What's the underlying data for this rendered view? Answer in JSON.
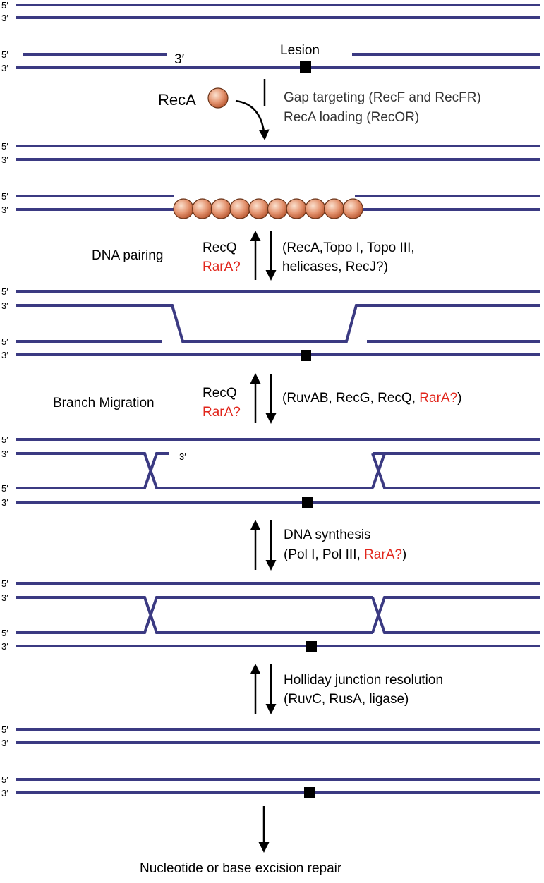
{
  "colors": {
    "strand": "#3b3a82",
    "text": "#000000",
    "red": "#e1261c",
    "bead": "#d4714a"
  },
  "ends": {
    "five": "5′",
    "three": "3′"
  },
  "top": {
    "lesion": "Lesion",
    "gap_end": "3′"
  },
  "step1": {
    "protein": "RecA",
    "line1": "Gap targeting (RecF and RecFR)",
    "line2": "RecA loading (RecOR)"
  },
  "step2": {
    "name": "DNA pairing",
    "rev1": "RecQ",
    "rev2": "RarA?",
    "fwd1": "(RecA,Topo I, Topo III,",
    "fwd2": "helicases, RecJ?)"
  },
  "step3": {
    "name": "Branch Migration",
    "rev1": "RecQ",
    "rev2": "RarA?",
    "fwd_a": "(RuvAB, RecG, RecQ, ",
    "fwd_red": "RarA?",
    "fwd_b": ")",
    "end_label": "3′"
  },
  "step4": {
    "line1": "DNA synthesis",
    "line2_a": "(Pol I, Pol III, ",
    "line2_red": "RarA?",
    "line2_b": ")"
  },
  "step5": {
    "line1": "Holliday junction resolution",
    "line2": "(RuvC, RusA, ligase)"
  },
  "final": {
    "label": "Nucleotide or base excision repair"
  }
}
